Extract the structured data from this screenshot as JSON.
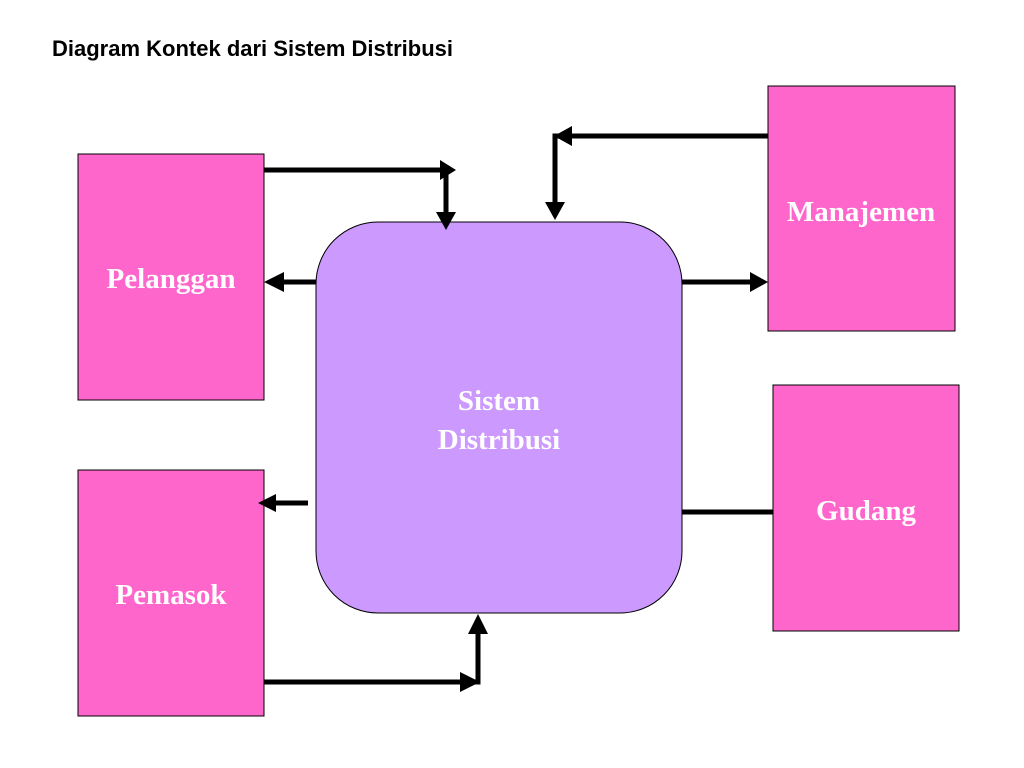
{
  "title": "Diagram Kontek dari Sistem Distribusi",
  "colors": {
    "entity_fill": "#ff66cc",
    "process_fill": "#cc99ff",
    "stroke": "#000000",
    "label": "#ffffff"
  },
  "entities": {
    "pelanggan": "Pelanggan",
    "pemasok": "Pemasok",
    "manajemen": "Manajemen",
    "gudang": "Gudang"
  },
  "process": {
    "line1": "Sistem",
    "line2": "Distribusi"
  }
}
